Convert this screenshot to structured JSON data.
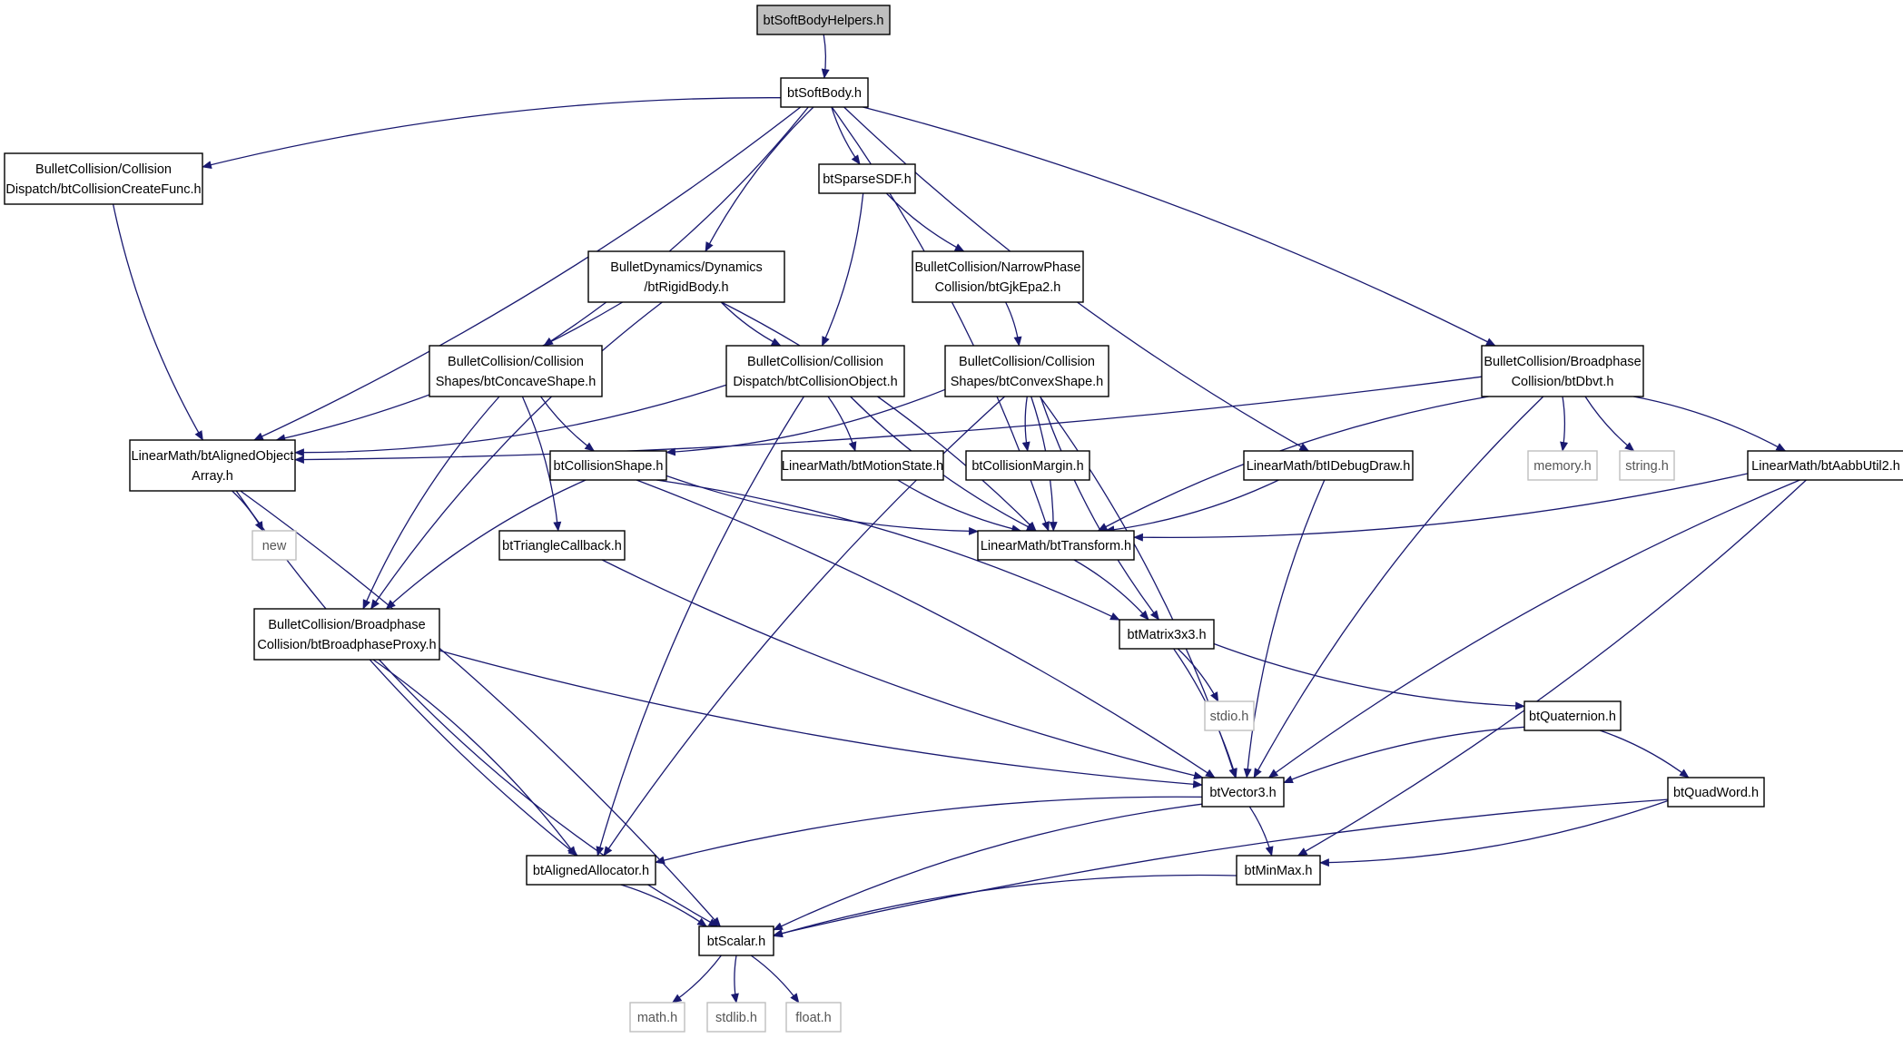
{
  "colors": {
    "edge": "#191970",
    "root_fill": "#bfbfbf",
    "node_stroke": "#000000",
    "system_stroke": "#bfbfbf",
    "background": "#ffffff"
  },
  "nodes": [
    {
      "id": "btSoftBodyHelpers",
      "lines": [
        "btSoftBodyHelpers.h"
      ],
      "kind": "root"
    },
    {
      "id": "btSoftBody",
      "lines": [
        "btSoftBody.h"
      ],
      "kind": "file"
    },
    {
      "id": "btCollisionCreateFunc",
      "lines": [
        "BulletCollision/Collision",
        "Dispatch/btCollisionCreateFunc.h"
      ],
      "kind": "file"
    },
    {
      "id": "btSparseSDF",
      "lines": [
        "btSparseSDF.h"
      ],
      "kind": "file"
    },
    {
      "id": "btRigidBody",
      "lines": [
        "BulletDynamics/Dynamics",
        "/btRigidBody.h"
      ],
      "kind": "file"
    },
    {
      "id": "btGjkEpa2",
      "lines": [
        "BulletCollision/NarrowPhase",
        "Collision/btGjkEpa2.h"
      ],
      "kind": "file"
    },
    {
      "id": "btConcaveShape",
      "lines": [
        "BulletCollision/Collision",
        "Shapes/btConcaveShape.h"
      ],
      "kind": "file"
    },
    {
      "id": "btCollisionObject",
      "lines": [
        "BulletCollision/Collision",
        "Dispatch/btCollisionObject.h"
      ],
      "kind": "file"
    },
    {
      "id": "btConvexShape",
      "lines": [
        "BulletCollision/Collision",
        "Shapes/btConvexShape.h"
      ],
      "kind": "file"
    },
    {
      "id": "btDbvt",
      "lines": [
        "BulletCollision/Broadphase",
        "Collision/btDbvt.h"
      ],
      "kind": "file"
    },
    {
      "id": "btAlignedObjectArray",
      "lines": [
        "LinearMath/btAlignedObject",
        "Array.h"
      ],
      "kind": "file"
    },
    {
      "id": "btCollisionShape",
      "lines": [
        "btCollisionShape.h"
      ],
      "kind": "file"
    },
    {
      "id": "btMotionState",
      "lines": [
        "LinearMath/btMotionState.h"
      ],
      "kind": "file"
    },
    {
      "id": "btCollisionMargin",
      "lines": [
        "btCollisionMargin.h"
      ],
      "kind": "file"
    },
    {
      "id": "btIDebugDraw",
      "lines": [
        "LinearMath/btIDebugDraw.h"
      ],
      "kind": "file"
    },
    {
      "id": "memory",
      "lines": [
        "memory.h"
      ],
      "kind": "system"
    },
    {
      "id": "string",
      "lines": [
        "string.h"
      ],
      "kind": "system"
    },
    {
      "id": "btAabbUtil2",
      "lines": [
        "LinearMath/btAabbUtil2.h"
      ],
      "kind": "file"
    },
    {
      "id": "new",
      "lines": [
        "new"
      ],
      "kind": "system"
    },
    {
      "id": "btTriangleCallback",
      "lines": [
        "btTriangleCallback.h"
      ],
      "kind": "file"
    },
    {
      "id": "btTransform",
      "lines": [
        "LinearMath/btTransform.h"
      ],
      "kind": "file"
    },
    {
      "id": "btBroadphaseProxy",
      "lines": [
        "BulletCollision/Broadphase",
        "Collision/btBroadphaseProxy.h"
      ],
      "kind": "file"
    },
    {
      "id": "btMatrix3x3",
      "lines": [
        "btMatrix3x3.h"
      ],
      "kind": "file"
    },
    {
      "id": "stdio",
      "lines": [
        "stdio.h"
      ],
      "kind": "system"
    },
    {
      "id": "btQuaternion",
      "lines": [
        "btQuaternion.h"
      ],
      "kind": "file"
    },
    {
      "id": "btVector3",
      "lines": [
        "btVector3.h"
      ],
      "kind": "file"
    },
    {
      "id": "btQuadWord",
      "lines": [
        "btQuadWord.h"
      ],
      "kind": "file"
    },
    {
      "id": "btAlignedAllocator",
      "lines": [
        "btAlignedAllocator.h"
      ],
      "kind": "file"
    },
    {
      "id": "btMinMax",
      "lines": [
        "btMinMax.h"
      ],
      "kind": "file"
    },
    {
      "id": "btScalar",
      "lines": [
        "btScalar.h"
      ],
      "kind": "file"
    },
    {
      "id": "math",
      "lines": [
        "math.h"
      ],
      "kind": "system"
    },
    {
      "id": "stdlib",
      "lines": [
        "stdlib.h"
      ],
      "kind": "system"
    },
    {
      "id": "float",
      "lines": [
        "float.h"
      ],
      "kind": "system"
    }
  ],
  "edges": [
    [
      "btSoftBodyHelpers",
      "btSoftBody"
    ],
    [
      "btSoftBody",
      "btCollisionCreateFunc"
    ],
    [
      "btSoftBody",
      "btAlignedObjectArray"
    ],
    [
      "btSoftBody",
      "btRigidBody"
    ],
    [
      "btSoftBody",
      "btConcaveShape"
    ],
    [
      "btSoftBody",
      "btSparseSDF"
    ],
    [
      "btSoftBody",
      "btTransform"
    ],
    [
      "btSoftBody",
      "btIDebugDraw"
    ],
    [
      "btSoftBody",
      "btDbvt"
    ],
    [
      "btCollisionCreateFunc",
      "btAlignedObjectArray"
    ],
    [
      "btSparseSDF",
      "btCollisionObject"
    ],
    [
      "btSparseSDF",
      "btGjkEpa2"
    ],
    [
      "btRigidBody",
      "btAlignedObjectArray"
    ],
    [
      "btRigidBody",
      "btBroadphaseProxy"
    ],
    [
      "btRigidBody",
      "btTransform"
    ],
    [
      "btRigidBody",
      "btCollisionObject"
    ],
    [
      "btGjkEpa2",
      "btConvexShape"
    ],
    [
      "btConcaveShape",
      "btCollisionShape"
    ],
    [
      "btConcaveShape",
      "btTriangleCallback"
    ],
    [
      "btConcaveShape",
      "btBroadphaseProxy"
    ],
    [
      "btCollisionObject",
      "btAlignedObjectArray"
    ],
    [
      "btCollisionObject",
      "btTransform"
    ],
    [
      "btCollisionObject",
      "btMotionState"
    ],
    [
      "btCollisionObject",
      "btAlignedAllocator"
    ],
    [
      "btConvexShape",
      "btCollisionShape"
    ],
    [
      "btConvexShape",
      "btCollisionMargin"
    ],
    [
      "btConvexShape",
      "btTransform"
    ],
    [
      "btConvexShape",
      "btMatrix3x3"
    ],
    [
      "btConvexShape",
      "btVector3"
    ],
    [
      "btConvexShape",
      "btAlignedAllocator"
    ],
    [
      "btDbvt",
      "btAlignedObjectArray"
    ],
    [
      "btDbvt",
      "btTransform"
    ],
    [
      "btDbvt",
      "memory"
    ],
    [
      "btDbvt",
      "string"
    ],
    [
      "btDbvt",
      "btAabbUtil2"
    ],
    [
      "btDbvt",
      "btVector3"
    ],
    [
      "btAlignedObjectArray",
      "new"
    ],
    [
      "btAlignedObjectArray",
      "btAlignedAllocator"
    ],
    [
      "btAlignedObjectArray",
      "btScalar"
    ],
    [
      "btCollisionShape",
      "btTransform"
    ],
    [
      "btCollisionShape",
      "btMatrix3x3"
    ],
    [
      "btCollisionShape",
      "btBroadphaseProxy"
    ],
    [
      "btCollisionShape",
      "btVector3"
    ],
    [
      "btMotionState",
      "btTransform"
    ],
    [
      "btIDebugDraw",
      "btTransform"
    ],
    [
      "btIDebugDraw",
      "btVector3"
    ],
    [
      "btAabbUtil2",
      "btTransform"
    ],
    [
      "btAabbUtil2",
      "btVector3"
    ],
    [
      "btAabbUtil2",
      "btMinMax"
    ],
    [
      "btTriangleCallback",
      "btVector3"
    ],
    [
      "btTransform",
      "btMatrix3x3"
    ],
    [
      "btBroadphaseProxy",
      "btVector3"
    ],
    [
      "btBroadphaseProxy",
      "btAlignedAllocator"
    ],
    [
      "btBroadphaseProxy",
      "btScalar"
    ],
    [
      "btMatrix3x3",
      "stdio"
    ],
    [
      "btMatrix3x3",
      "btQuaternion"
    ],
    [
      "btMatrix3x3",
      "btVector3"
    ],
    [
      "btQuaternion",
      "btVector3"
    ],
    [
      "btQuaternion",
      "btQuadWord"
    ],
    [
      "btVector3",
      "btAlignedAllocator"
    ],
    [
      "btVector3",
      "btMinMax"
    ],
    [
      "btVector3",
      "btScalar"
    ],
    [
      "btQuadWord",
      "btMinMax"
    ],
    [
      "btQuadWord",
      "btScalar"
    ],
    [
      "btAlignedAllocator",
      "btScalar"
    ],
    [
      "btMinMax",
      "btScalar"
    ],
    [
      "btScalar",
      "math"
    ],
    [
      "btScalar",
      "stdlib"
    ],
    [
      "btScalar",
      "float"
    ]
  ]
}
